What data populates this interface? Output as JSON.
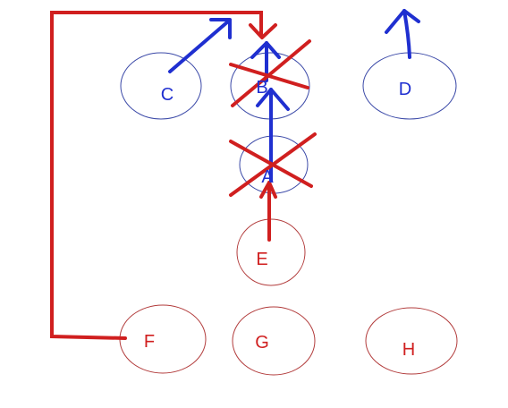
{
  "colors": {
    "blue": "#1f2fd0",
    "red": "#d01f1f",
    "node_blue": "#3c4aa8",
    "node_red": "#b23c3c",
    "background": "#ffffff"
  },
  "nodes": [
    {
      "id": "C",
      "label": "C",
      "group": "blue"
    },
    {
      "id": "B",
      "label": "B",
      "group": "blue",
      "crossed": true
    },
    {
      "id": "D",
      "label": "D",
      "group": "blue"
    },
    {
      "id": "A",
      "label": "A",
      "group": "blue",
      "crossed": true
    },
    {
      "id": "E",
      "label": "E",
      "group": "red"
    },
    {
      "id": "F",
      "label": "F",
      "group": "red"
    },
    {
      "id": "G",
      "label": "G",
      "group": "red"
    },
    {
      "id": "H",
      "label": "H",
      "group": "red"
    }
  ],
  "edges": [
    {
      "from": "E",
      "to": "A",
      "color": "red"
    },
    {
      "from": "A",
      "to": "B",
      "color": "blue"
    },
    {
      "from": "B",
      "to": "top",
      "color": "blue"
    },
    {
      "from": "C",
      "to": "top-right",
      "color": "blue"
    },
    {
      "from": "D",
      "to": "top",
      "color": "blue"
    },
    {
      "from": "F",
      "to": "B",
      "color": "red",
      "route": "left-loop"
    }
  ]
}
